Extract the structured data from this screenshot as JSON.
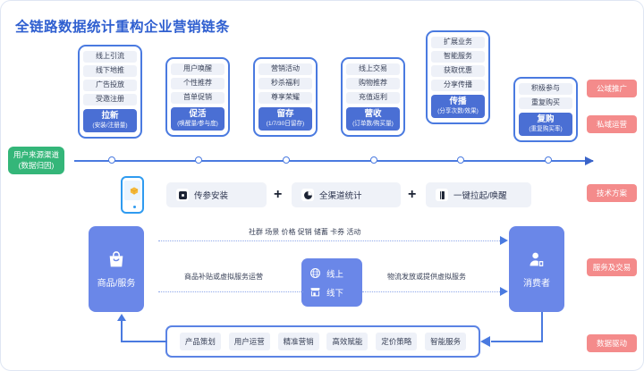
{
  "title": "全链路数据统计重构企业营销链条",
  "source_tag": {
    "line1": "用户来源渠道",
    "line2": "(数据归因)"
  },
  "stages": [
    {
      "items": [
        "线上引流",
        "线下地推",
        "广告投放",
        "受邀注册"
      ],
      "metric": "拉新",
      "metric_sub": "(安装/注册量)"
    },
    {
      "items": [
        "用户唤醒",
        "个性推荐",
        "首单促销"
      ],
      "metric": "促活",
      "metric_sub": "(唤醒量/参与度)"
    },
    {
      "items": [
        "营销活动",
        "秒杀福利",
        "尊享荣耀"
      ],
      "metric": "留存",
      "metric_sub": "(1/7/30日留存)"
    },
    {
      "items": [
        "线上交易",
        "购物推荐",
        "充值返利"
      ],
      "metric": "营收",
      "metric_sub": "(订单数/购买量)"
    },
    {
      "items": [
        "扩展业务",
        "智能服务",
        "获取优惠",
        "分享传播"
      ],
      "metric": "传播",
      "metric_sub": "(分享次数/效果)"
    },
    {
      "items": [
        "积极参与",
        "重复购买"
      ],
      "metric": "复购",
      "metric_sub": "(重复购买率)"
    }
  ],
  "tech_row": {
    "chips": [
      {
        "label": "传参安装",
        "icon": "square-install-icon"
      },
      {
        "label": "全渠道统计",
        "icon": "pie-chart-icon"
      },
      {
        "label": "一键拉起/唤醒",
        "icon": "book-launch-icon"
      }
    ],
    "plus": "+",
    "device_icon": "mobile-package-icon"
  },
  "service": {
    "left_box": {
      "label": "商品/服务",
      "icon": "shopping-bag-icon"
    },
    "right_box": {
      "label": "消费者",
      "icon": "consumer-person-icon"
    },
    "channel_box": {
      "online": {
        "label": "线上",
        "icon": "globe-icon"
      },
      "offline": {
        "label": "线下",
        "icon": "store-icon"
      }
    },
    "top_flow_label": "社群 场景 价格 促销 储蓄 卡券 活动",
    "mid_flow_label": "商品补贴或虚拟服务运营",
    "right_flow_label": "物流发放或提供虚拟服务"
  },
  "capabilities": [
    "产品策划",
    "用户运营",
    "精准营销",
    "高效赋能",
    "定价策略",
    "智能服务"
  ],
  "right_tags": [
    "公域推广",
    "私域运营",
    "技术方案",
    "服务及交易",
    "数据驱动"
  ],
  "colors": {
    "brand_blue": "#4a7ae0",
    "metric_blue": "#4a6fd4",
    "box_blue": "#6a87e8",
    "green": "#34b679",
    "tag_red": "#f48b8b",
    "chip_gray": "#eef1f8"
  }
}
